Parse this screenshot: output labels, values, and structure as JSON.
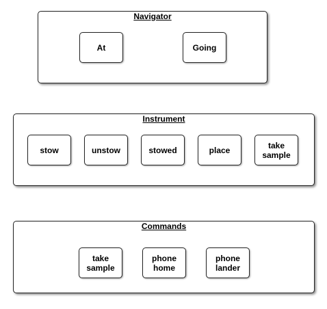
{
  "navigator": {
    "title": "Navigator",
    "nodes": [
      "At",
      "Going"
    ]
  },
  "instrument": {
    "title": "Instrument",
    "nodes": [
      "stow",
      "unstow",
      "stowed",
      "place",
      "take\nsample"
    ]
  },
  "commands": {
    "title": "Commands",
    "nodes": [
      "take\nsample",
      "phone\nhome",
      "phone\nlander"
    ]
  }
}
